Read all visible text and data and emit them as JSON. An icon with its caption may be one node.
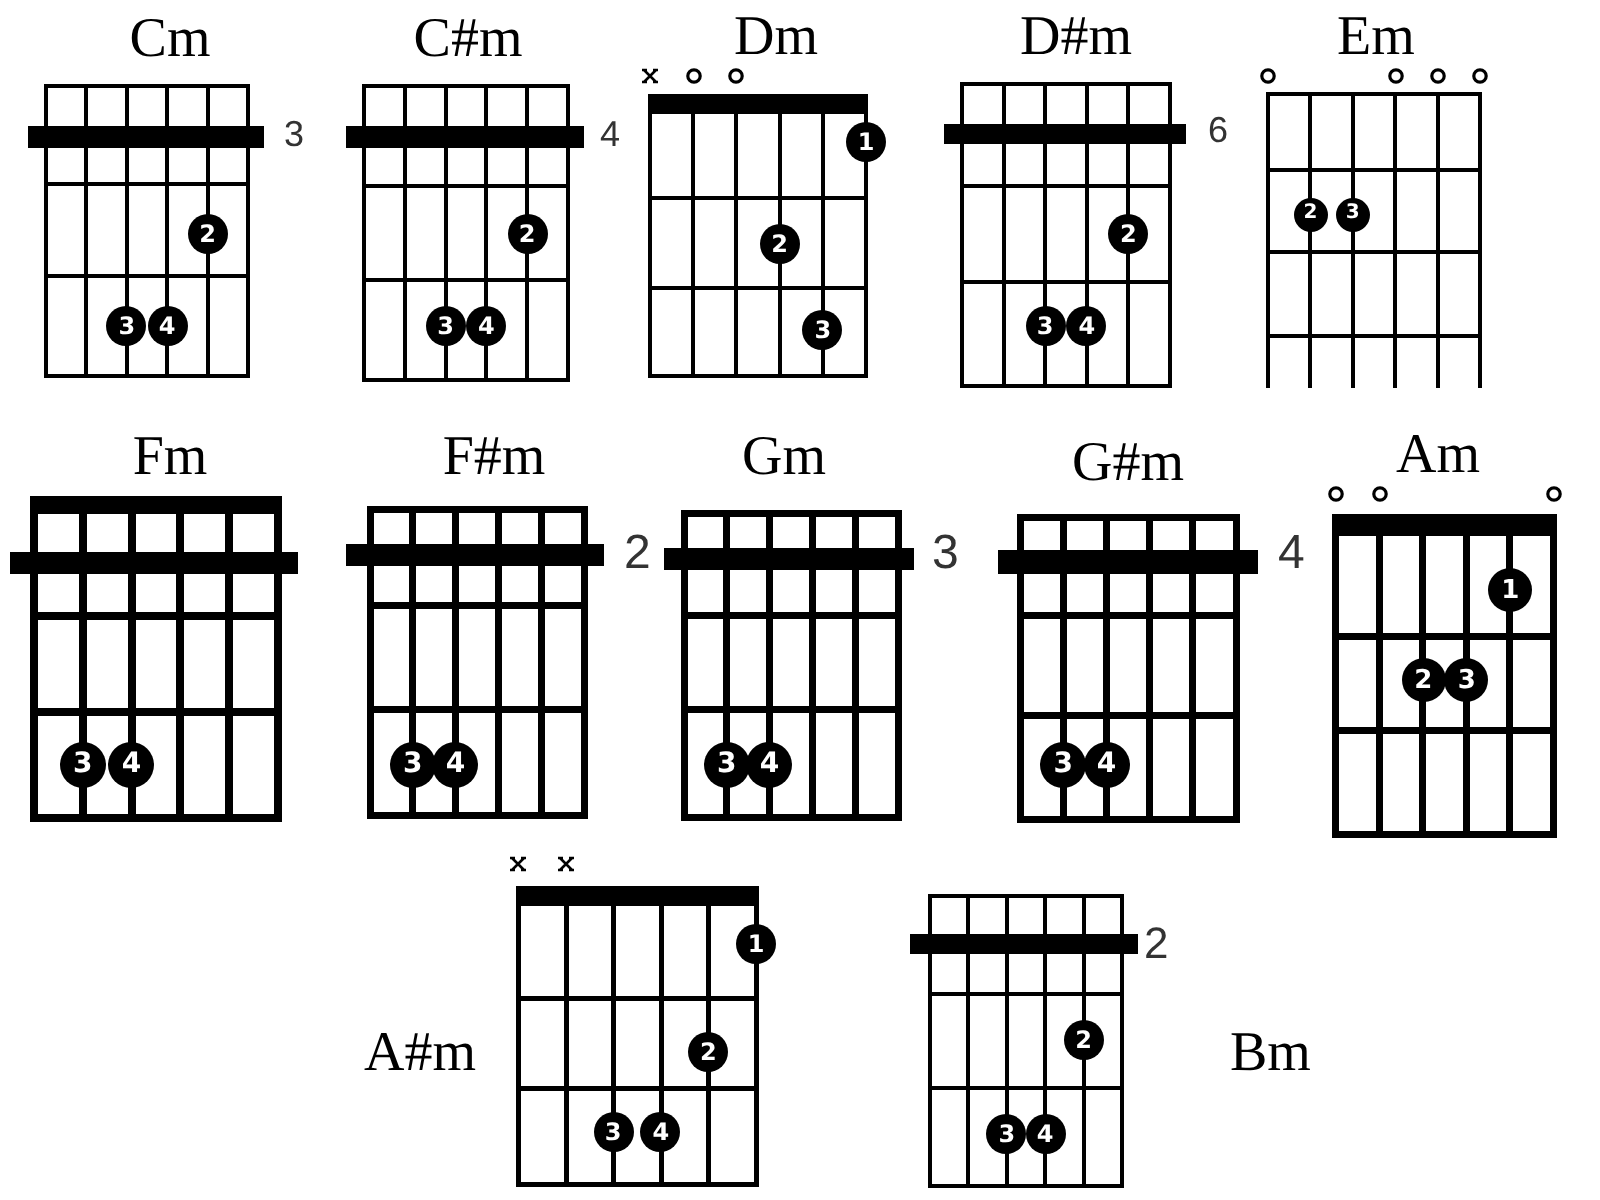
{
  "diagram": {
    "nodes": [
      {
        "text": [
          "Cm"
        ],
        "beside": [
          "3"
        ]
      },
      {
        "text": [
          "2"
        ],
        "in": 0
      },
      {
        "text": [
          "3"
        ],
        "in": 0
      },
      {
        "text": [
          "4"
        ],
        "in": 0
      },
      {
        "text": [
          "C#m"
        ],
        "beside": [
          "4"
        ]
      },
      {
        "text": [
          "2"
        ],
        "in": 4
      },
      {
        "text": [
          "3"
        ],
        "in": 4
      },
      {
        "text": [
          "4"
        ],
        "in": 4
      },
      {
        "text": [
          "Dm"
        ]
      },
      {
        "text": [
          "1"
        ],
        "in": 8
      },
      {
        "text": [
          "2"
        ],
        "in": 8
      },
      {
        "text": [
          "3"
        ],
        "in": 8
      },
      {
        "text": [
          "D#m"
        ],
        "beside": [
          "6"
        ]
      },
      {
        "text": [
          "2"
        ],
        "in": 12
      },
      {
        "text": [
          "3"
        ],
        "in": 12
      },
      {
        "text": [
          "4"
        ],
        "in": 12
      },
      {
        "text": [
          "Em"
        ]
      },
      {
        "text": [
          "2"
        ],
        "in": 16
      },
      {
        "text": [
          "3"
        ],
        "in": 16
      },
      {
        "text": [
          "Fm"
        ]
      },
      {
        "text": [
          "3"
        ],
        "in": 19
      },
      {
        "text": [
          "4"
        ],
        "in": 19
      },
      {
        "text": [
          "F#m"
        ],
        "beside": [
          "2"
        ]
      },
      {
        "text": [
          "3"
        ],
        "in": 22
      },
      {
        "text": [
          "4"
        ],
        "in": 22
      },
      {
        "text": [
          "Gm"
        ],
        "beside": [
          "3"
        ]
      },
      {
        "text": [
          "3"
        ],
        "in": 25
      },
      {
        "text": [
          "4"
        ],
        "in": 25
      },
      {
        "text": [
          "G#m"
        ],
        "beside": [
          "4"
        ]
      },
      {
        "text": [
          "3"
        ],
        "in": 28
      },
      {
        "text": [
          "4"
        ],
        "in": 28
      },
      {
        "text": [
          "Am"
        ]
      },
      {
        "text": [
          "1"
        ],
        "in": 31
      },
      {
        "text": [
          "2"
        ],
        "in": 31
      },
      {
        "text": [
          "3"
        ],
        "in": 31
      },
      {
        "text": [
          "A#m"
        ]
      },
      {
        "text": [
          "1"
        ],
        "in": 35
      },
      {
        "text": [
          "2"
        ],
        "in": 35
      },
      {
        "text": [
          "3"
        ],
        "in": 35
      },
      {
        "text": [
          "4"
        ],
        "in": 35
      },
      {
        "text": [
          "Bm"
        ],
        "beside": [
          "2"
        ]
      },
      {
        "text": [
          "2"
        ],
        "in": 40
      },
      {
        "text": [
          "3"
        ],
        "in": 40
      },
      {
        "text": [
          "4"
        ],
        "in": 40
      }
    ]
  }
}
